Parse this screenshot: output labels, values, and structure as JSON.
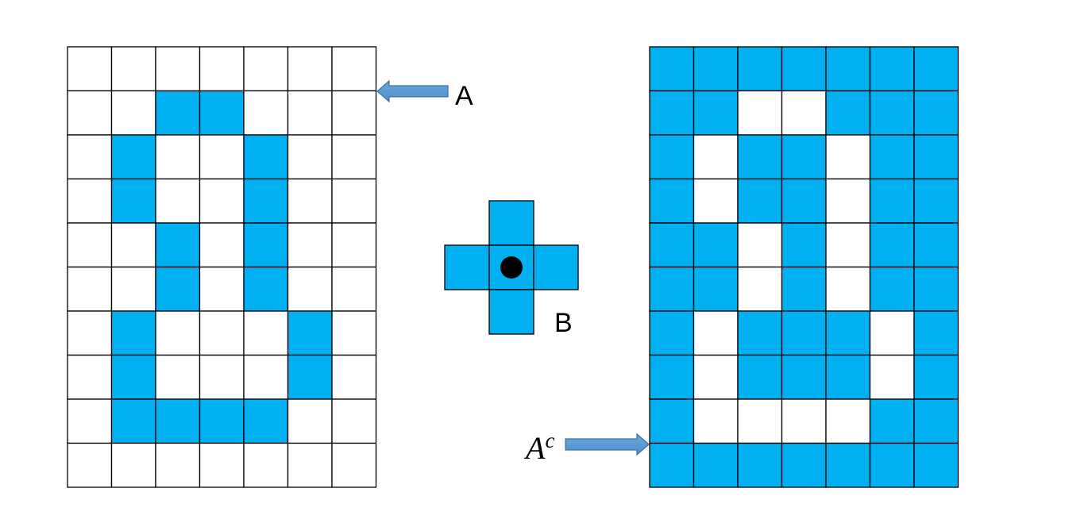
{
  "colors": {
    "fill": "#00b0f0",
    "empty": "#ffffff",
    "grid_line": "#000000",
    "arrow": "#5b9bd5",
    "arrow_stroke": "#41719c",
    "origin_dot": "#000000"
  },
  "set_a": {
    "label": "A",
    "rows": 10,
    "cols": 7,
    "cells": [
      [
        0,
        0,
        0,
        0,
        0,
        0,
        0
      ],
      [
        0,
        0,
        1,
        1,
        0,
        0,
        0
      ],
      [
        0,
        1,
        0,
        0,
        1,
        0,
        0
      ],
      [
        0,
        1,
        0,
        0,
        1,
        0,
        0
      ],
      [
        0,
        0,
        1,
        0,
        1,
        0,
        0
      ],
      [
        0,
        0,
        1,
        0,
        1,
        0,
        0
      ],
      [
        0,
        1,
        0,
        0,
        0,
        1,
        0
      ],
      [
        0,
        1,
        0,
        0,
        0,
        1,
        0
      ],
      [
        0,
        1,
        1,
        1,
        1,
        0,
        0
      ],
      [
        0,
        0,
        0,
        0,
        0,
        0,
        0
      ]
    ]
  },
  "structuring_element": {
    "label": "B",
    "rows": 3,
    "cols": 3,
    "cells": [
      [
        0,
        1,
        0
      ],
      [
        1,
        1,
        1
      ],
      [
        0,
        1,
        0
      ]
    ],
    "origin": [
      1,
      1
    ]
  },
  "complement": {
    "label_base": "A",
    "label_sup": "c"
  }
}
